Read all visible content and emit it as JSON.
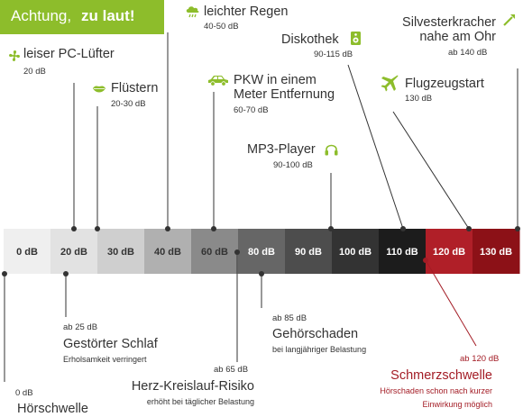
{
  "title": {
    "part1": "Achtung,",
    "part2": "zu laut!",
    "color": "#8dbd2b"
  },
  "scale": {
    "segments": [
      {
        "label": "0 dB",
        "bg": "#efefef",
        "fg": "#333333"
      },
      {
        "label": "20 dB",
        "bg": "#e2e2e2",
        "fg": "#333333"
      },
      {
        "label": "30 dB",
        "bg": "#cfcfcf",
        "fg": "#333333"
      },
      {
        "label": "40 dB",
        "bg": "#b0b0b0",
        "fg": "#333333"
      },
      {
        "label": "60 dB",
        "bg": "#8a8a8a",
        "fg": "#333333"
      },
      {
        "label": "80 dB",
        "bg": "#666666",
        "fg": "#ffffff"
      },
      {
        "label": "90 dB",
        "bg": "#4d4d4d",
        "fg": "#ffffff"
      },
      {
        "label": "100 dB",
        "bg": "#333333",
        "fg": "#ffffff"
      },
      {
        "label": "110 dB",
        "bg": "#1c1c1c",
        "fg": "#ffffff"
      },
      {
        "label": "120 dB",
        "bg": "#b01f28",
        "fg": "#ffffff"
      },
      {
        "label": "130 dB",
        "bg": "#8c1117",
        "fg": "#ffffff"
      }
    ]
  },
  "top_labels": {
    "pc": {
      "name": "leiser PC-Lüfter",
      "range": "20 dB",
      "icon": "fan-icon"
    },
    "whisper": {
      "name": "Flüstern",
      "range": "20-30 dB",
      "icon": "lips-icon"
    },
    "rain": {
      "name": "leichter Regen",
      "range": "40-50 dB",
      "icon": "rain-cloud-icon"
    },
    "car": {
      "name_1": "PKW in einem",
      "name_2": "Meter Entfernung",
      "range": "60-70 dB",
      "icon": "car-icon"
    },
    "mp3": {
      "name": "MP3-Player",
      "range": "90-100 dB",
      "icon": "headphones-icon"
    },
    "disco": {
      "name": "Diskothek",
      "range": "90-115 dB",
      "icon": "speaker-icon"
    },
    "plane": {
      "name": "Flugzeugstart",
      "range": "130 dB",
      "icon": "airplane-icon"
    },
    "firework": {
      "name_1": "Silvesterkracher",
      "name_2": "nahe am Ohr",
      "range": "ab 140 dB",
      "icon": "firework-icon"
    }
  },
  "bottom_labels": {
    "threshold": {
      "value": "0 dB",
      "name": "Hörschwelle"
    },
    "sleep": {
      "value": "ab 25 dB",
      "name": "Gestörter Schlaf",
      "desc": "Erholsamkeit verringert"
    },
    "heart": {
      "value": "ab 65 dB",
      "name": "Herz-Kreislauf-Risiko",
      "desc": "erhöht bei täglicher Belastung"
    },
    "hearing": {
      "value": "ab 85 dB",
      "name": "Gehörschaden",
      "desc": "bei langjähriger Belastung"
    },
    "pain": {
      "value": "ab 120 dB",
      "name": "Schmerzschwelle",
      "desc_1": "Hörschaden schon nach kurzer",
      "desc_2": "Einwirkung möglich"
    }
  },
  "colors": {
    "accent": "#8dbd2b",
    "danger": "#a31c25",
    "text": "#333333",
    "line": "#333333"
  }
}
